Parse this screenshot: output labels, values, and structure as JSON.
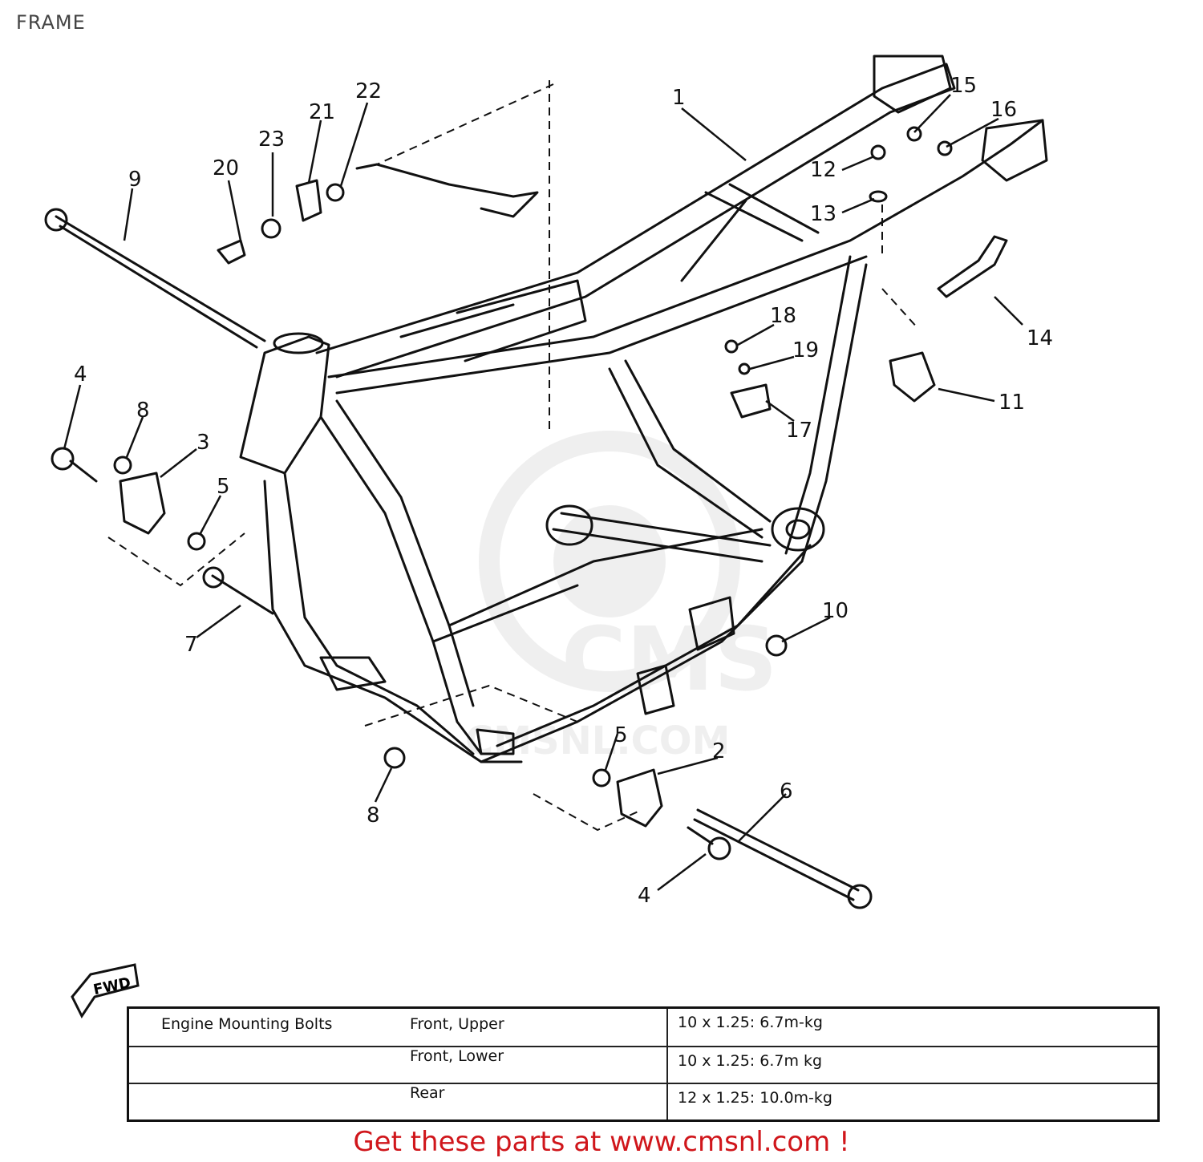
{
  "title": "FRAME",
  "callouts": [
    "1",
    "2",
    "3",
    "4",
    "5",
    "6",
    "7",
    "8",
    "9",
    "10",
    "11",
    "12",
    "13",
    "14",
    "15",
    "16",
    "17",
    "18",
    "19",
    "20",
    "21",
    "22",
    "23"
  ],
  "fwd_label": "FWD",
  "watermark_text": "CMS",
  "watermark_url": "CMSNL.COM",
  "table": {
    "group_label": "Engine Mounting Bolts",
    "rows": [
      {
        "position": "Front, Upper",
        "spec": "10 x 1.25: 6.7m-kg"
      },
      {
        "position": "Front, Lower",
        "spec": "10 x 1.25: 6.7m kg"
      },
      {
        "position": "Rear",
        "spec": "12 x 1.25: 10.0m-kg"
      }
    ]
  },
  "footer": "Get these parts at www.cmsnl.com !",
  "colors": {
    "line": "#111111",
    "footer": "#d0161b",
    "watermark": "#888888"
  }
}
